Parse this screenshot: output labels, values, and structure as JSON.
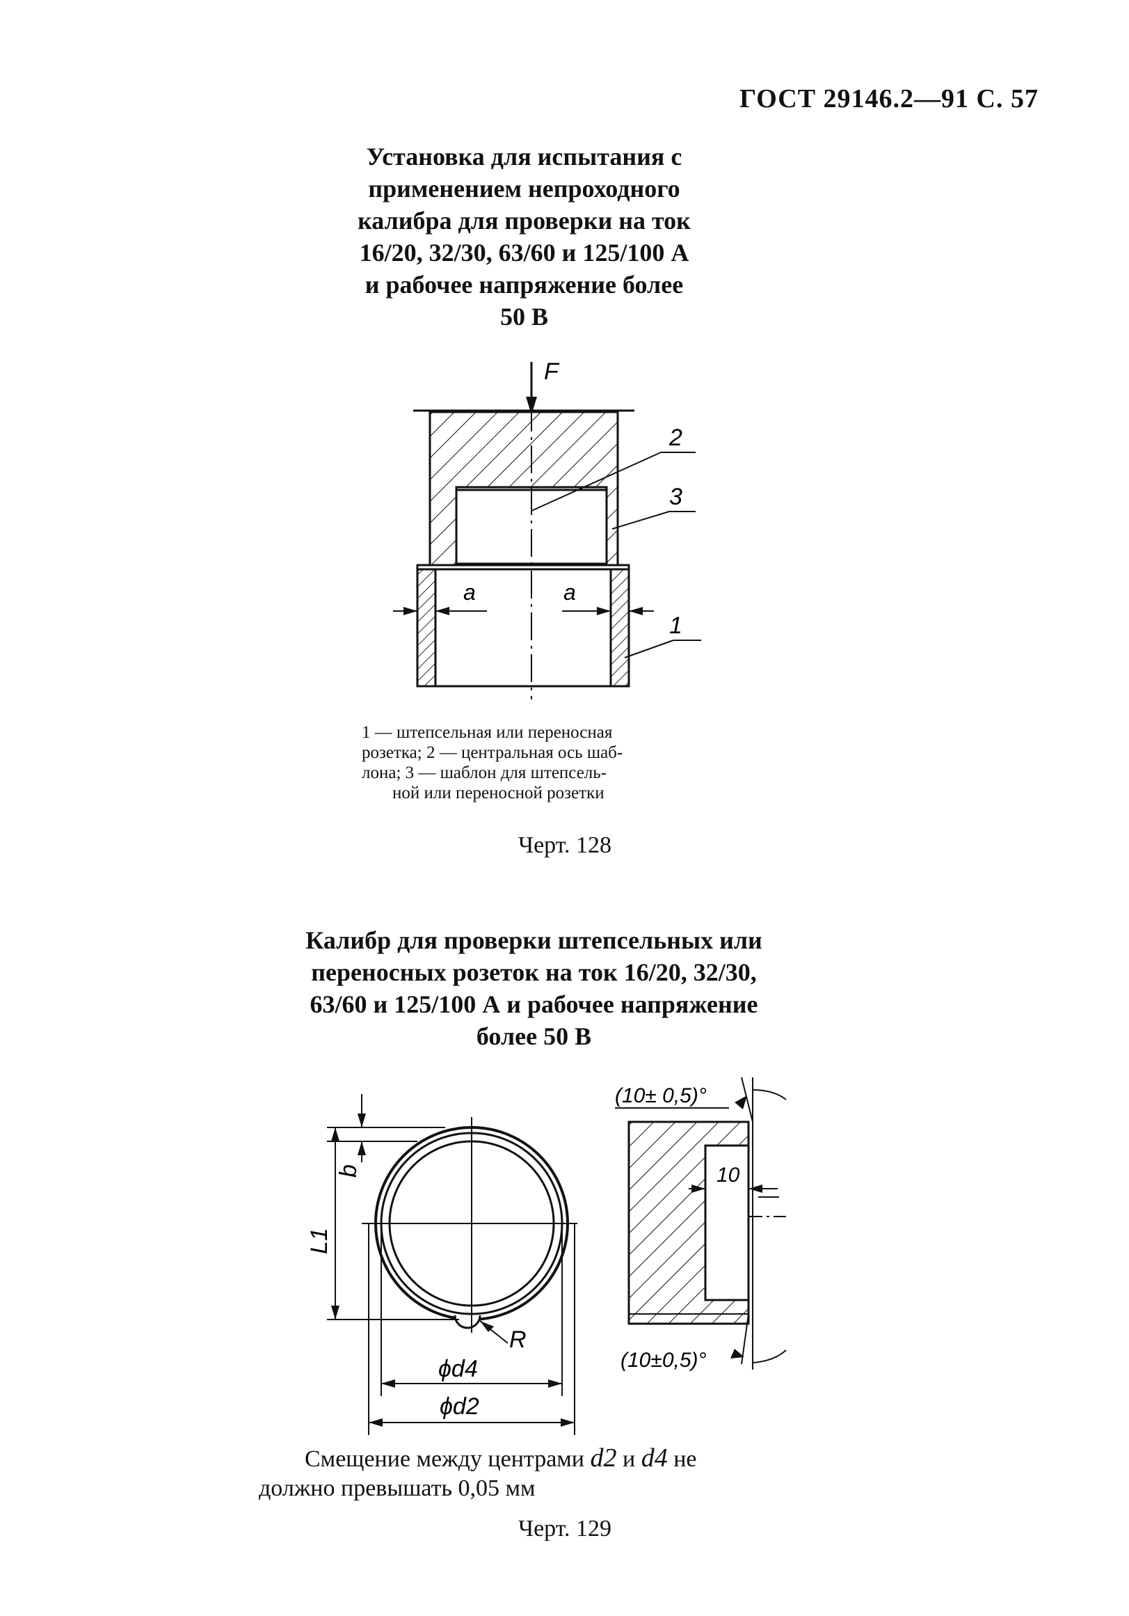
{
  "header": "ГОСТ 29146.2—91 С. 57",
  "section1": {
    "title_lines": [
      "Установка для испытания  с",
      "применением непроходного",
      "калибра для проверки на ток",
      "16/20, 32/30, 63/60 и 125/100 А",
      "и рабочее напряжение более",
      "50 В"
    ],
    "labels": {
      "force": "F",
      "n1": "1",
      "n2": "2",
      "n3": "3",
      "gap_a": "a"
    },
    "caption_lines": [
      "1 — штепсельная  или переносная",
      "розетка; 2 — центральная ось шаб-",
      "лона; 3 — шаблон для  штепсель-",
      "ной или переносной розетки"
    ],
    "figure": "Черт. 128"
  },
  "section2": {
    "title_lines": [
      "Калибр для проверки штепсельных или",
      "переносных  розеток на ток 16/20, 32/30,",
      "63/60 и 125/100 А и рабочее напряжение",
      "более 50 В"
    ],
    "labels": {
      "b": "b",
      "L1": "L1",
      "R": "R",
      "d4": "ϕd4",
      "d2": "ϕd2",
      "angle_top": "(10± 0,5)°",
      "angle_bottom": "(10±0,5)°",
      "depth": "10"
    },
    "note_prefix": "Смещение между центрами ",
    "note_d2": "d2",
    "note_and": " и ",
    "note_d4": "d4",
    "note_suffix": " не",
    "note_line2": "должно превышать 0,05 мм",
    "figure": "Черт. 129"
  }
}
